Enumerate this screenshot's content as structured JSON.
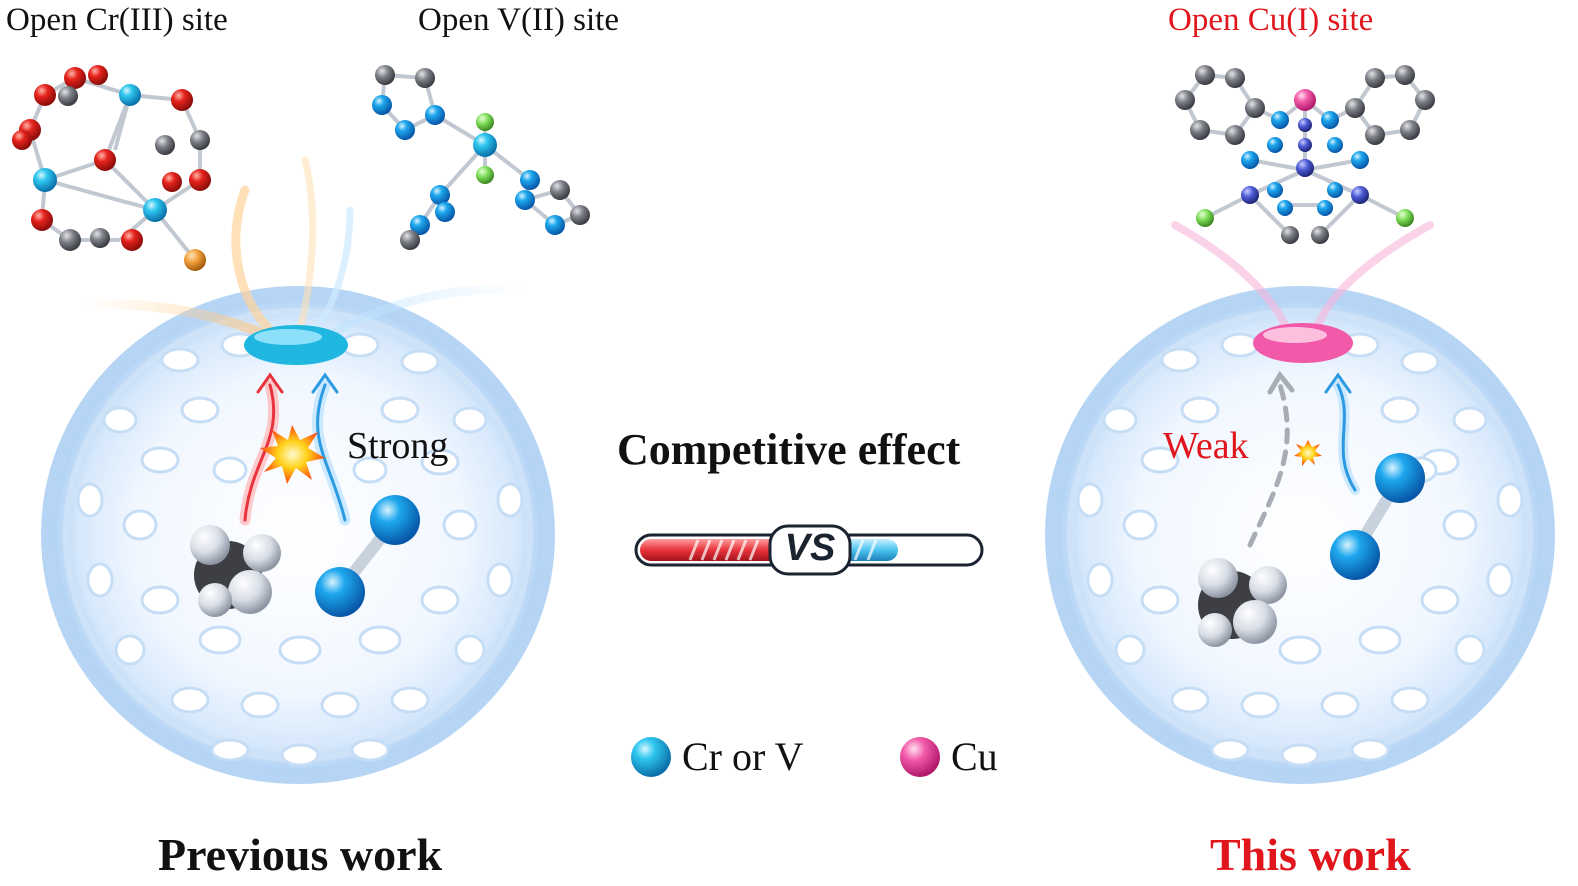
{
  "labels": {
    "site_cr": "Open Cr(III) site",
    "site_v": "Open V(II) site",
    "site_cu": "Open Cu(I) site",
    "strong": "Strong",
    "weak": "Weak",
    "competitive": "Competitive effect",
    "vs": "VS",
    "previous_work": "Previous work",
    "this_work": "This work"
  },
  "legend": [
    {
      "label": "Cr or V",
      "color": "#1fb6e0"
    },
    {
      "label": "Cu",
      "color": "#f055a6"
    }
  ],
  "colors": {
    "red_text": "#e0161c",
    "cage": "#a9cdf3",
    "open_site_crv": "#22c4d8",
    "open_site_cu": "#f25aa9",
    "oxygen": "#e5221b",
    "carbon": "#7d7f86",
    "nitrogen": "#1aa2e6",
    "fluorine": "#7fdd5a",
    "halogen_orange": "#f2a03c"
  },
  "icons": [
    "cage-sphere",
    "molecule-ch4",
    "molecule-n2",
    "explosion-icon",
    "vs-badge"
  ]
}
